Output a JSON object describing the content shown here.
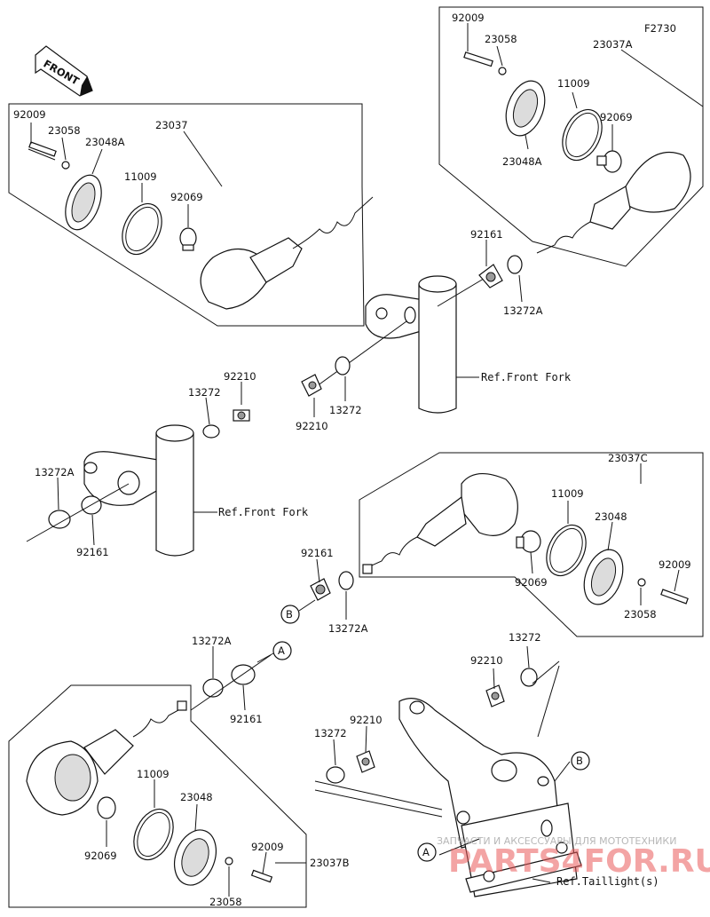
{
  "figure_code": "F2730",
  "front_arrow_label": "FRONT",
  "part_numbers": {
    "bolt": "92009",
    "washer": "23058",
    "rim_a": "23048A",
    "rim": "23048",
    "oring": "11009",
    "bulb": "92069",
    "plate": "92161",
    "collar": "13272",
    "collar_a": "13272A",
    "nut": "92210",
    "lamp_front_left": "23037",
    "lamp_front_right": "23037A",
    "lamp_rear_right": "23037C",
    "lamp_rear_left": "23037B"
  },
  "refs": {
    "front_fork": "Ref.Front Fork",
    "taillight": "Ref.Taillight(s)"
  },
  "callouts": {
    "a": "A",
    "b": "B"
  },
  "watermark": {
    "line1": "ЗАПЧАСТИ И АКСЕССУАРЫ ДЛЯ МОТОТЕХНИКИ",
    "line2": "PARTS4FOR.RU"
  }
}
